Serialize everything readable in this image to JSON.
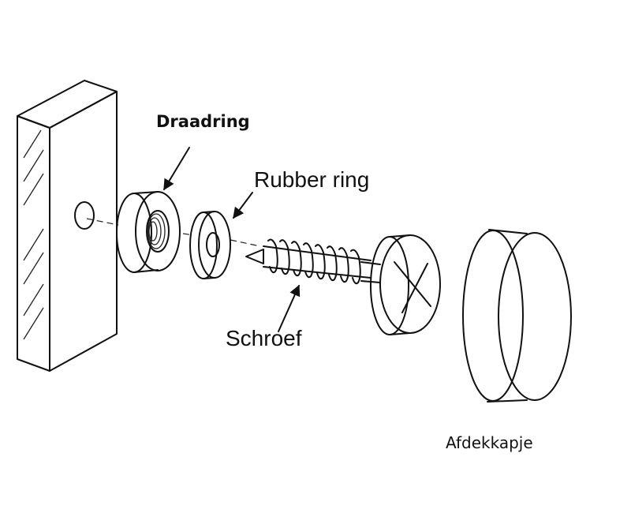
{
  "labels": {
    "draadring": "Draadring",
    "rubber_ring": "Rubber ring",
    "schroef": "Schroef",
    "afdekkapje": "Afdekkapje"
  },
  "colors": {
    "line": "#111111",
    "background": "#ffffff"
  }
}
